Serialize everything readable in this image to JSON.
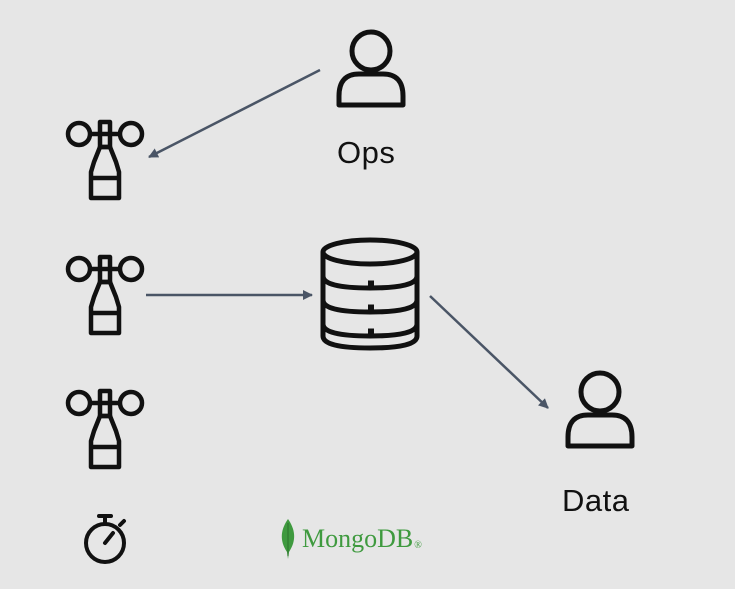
{
  "nodes": {
    "ops": {
      "label": "Ops",
      "icon": "user-icon"
    },
    "data": {
      "label": "Data",
      "icon": "user-icon"
    },
    "database": {
      "icon": "database-icon"
    },
    "sensors": [
      {
        "icon": "anemometer-icon"
      },
      {
        "icon": "anemometer-icon"
      },
      {
        "icon": "anemometer-icon"
      }
    ],
    "timer": {
      "icon": "stopwatch-icon"
    }
  },
  "edges": [
    {
      "from": "ops",
      "to": "sensor-1"
    },
    {
      "from": "sensor-2",
      "to": "database"
    },
    {
      "from": "database",
      "to": "data"
    }
  ],
  "logo": {
    "text": "MongoDB",
    "mark": "®",
    "icon": "mongodb-leaf-icon",
    "color": "#3f9a3f"
  },
  "colors": {
    "background": "#e6e6e6",
    "icon_stroke": "#111111",
    "arrow": "#4a5566"
  }
}
